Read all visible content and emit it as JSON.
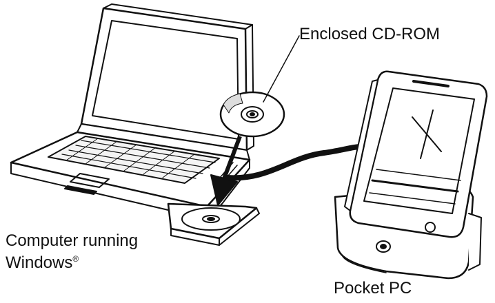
{
  "labels": {
    "cdrom": "Enclosed CD-ROM",
    "computer_line1": "Computer running",
    "computer_line2": "Windows",
    "registered_mark": "®",
    "pocketpc": "Pocket PC"
  },
  "colors": {
    "ink": "#111111",
    "background": "#ffffff"
  }
}
